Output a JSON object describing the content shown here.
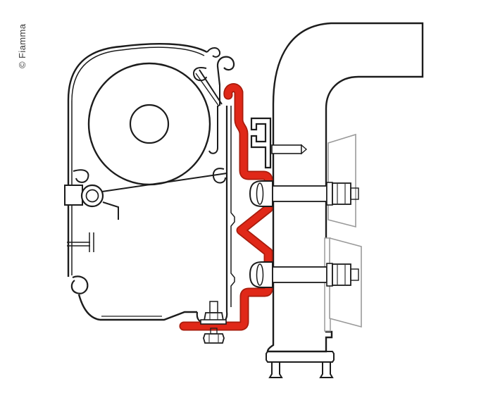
{
  "copyright": "© Fiamma",
  "colors": {
    "adapter_red": "#e02818",
    "adapter_red_dark": "#a81c0c",
    "line_black": "#1c1c1c",
    "plate_gray": "#9a9a9a",
    "hatch_gray": "#4a4a4a",
    "background": "#ffffff"
  },
  "diagram": {
    "type": "technical-cross-section",
    "subject": "awning-to-wall-adapter-installation",
    "parts": [
      "awning-case",
      "fabric-roller",
      "roller-hub",
      "front-guide-roller",
      "awning-fabric",
      "adapter-profile",
      "wall-mount-rail",
      "rail-screw",
      "vehicle-wall",
      "wall-sill",
      "upper-through-bolt",
      "lower-through-bolt",
      "backing-plate-upper",
      "backing-plate-lower",
      "clamp-bolt"
    ]
  }
}
